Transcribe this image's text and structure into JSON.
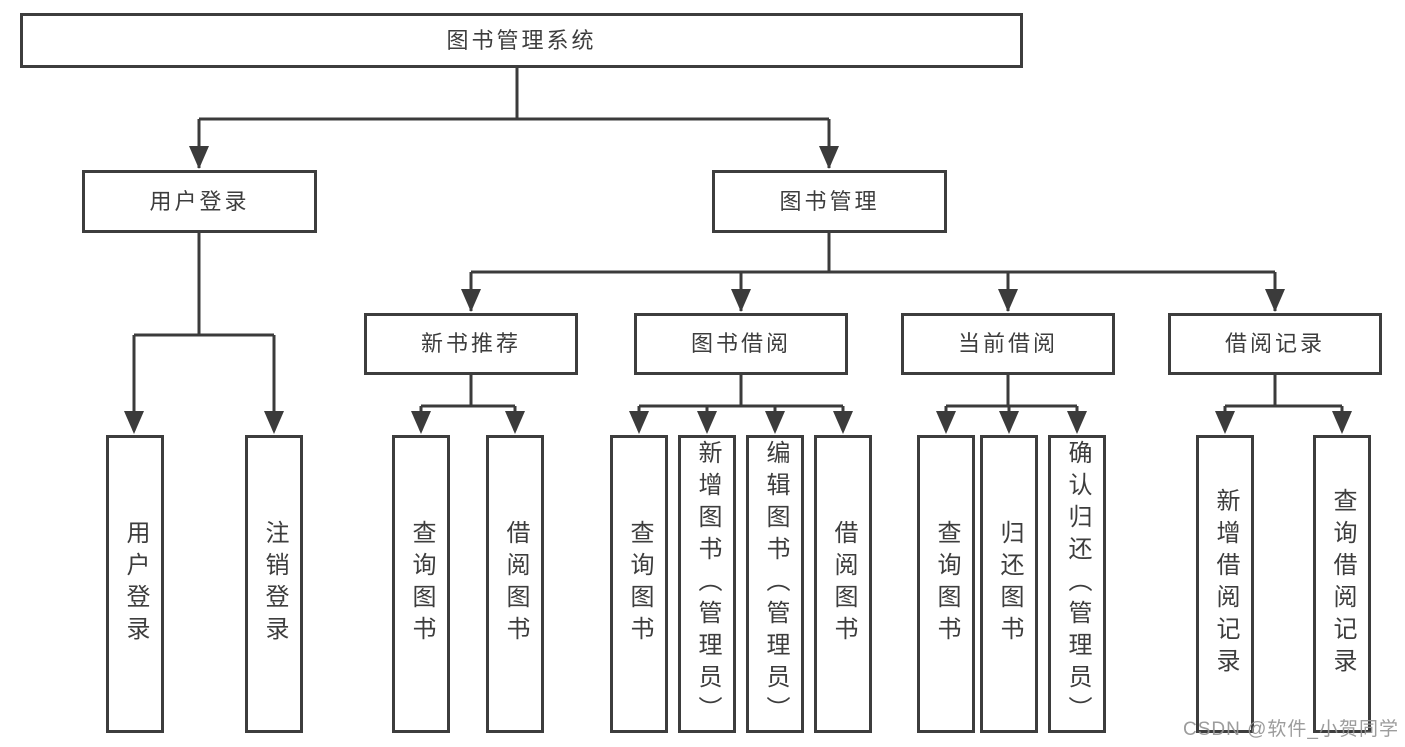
{
  "diagram": {
    "title": "图书管理系统",
    "root": {
      "label": "图书管理系统"
    },
    "level2": [
      {
        "label": "用户登录"
      },
      {
        "label": "图书管理"
      }
    ],
    "level3": [
      {
        "label": "新书推荐"
      },
      {
        "label": "图书借阅"
      },
      {
        "label": "当前借阅"
      },
      {
        "label": "借阅记录"
      }
    ],
    "leaves": {
      "user_login": [
        "用户登录",
        "注销登录"
      ],
      "new_books": [
        "查询图书",
        "借阅图书"
      ],
      "book_borrow": [
        "查询图书",
        "新增图书（管理员）",
        "编辑图书（管理员）",
        "借阅图书"
      ],
      "current_borrow": [
        "查询图书",
        "归还图书",
        "确认归还（管理员）"
      ],
      "borrow_records": [
        "新增借阅记录",
        "查询借阅记录"
      ]
    }
  },
  "watermark": {
    "text": "CSDN @软件_小贺同学",
    "color": "#949494"
  },
  "colors": {
    "line": "#3b3b3b",
    "border": "#3d3d3d",
    "text": "#3d3d3d",
    "background": "#ffffff"
  }
}
